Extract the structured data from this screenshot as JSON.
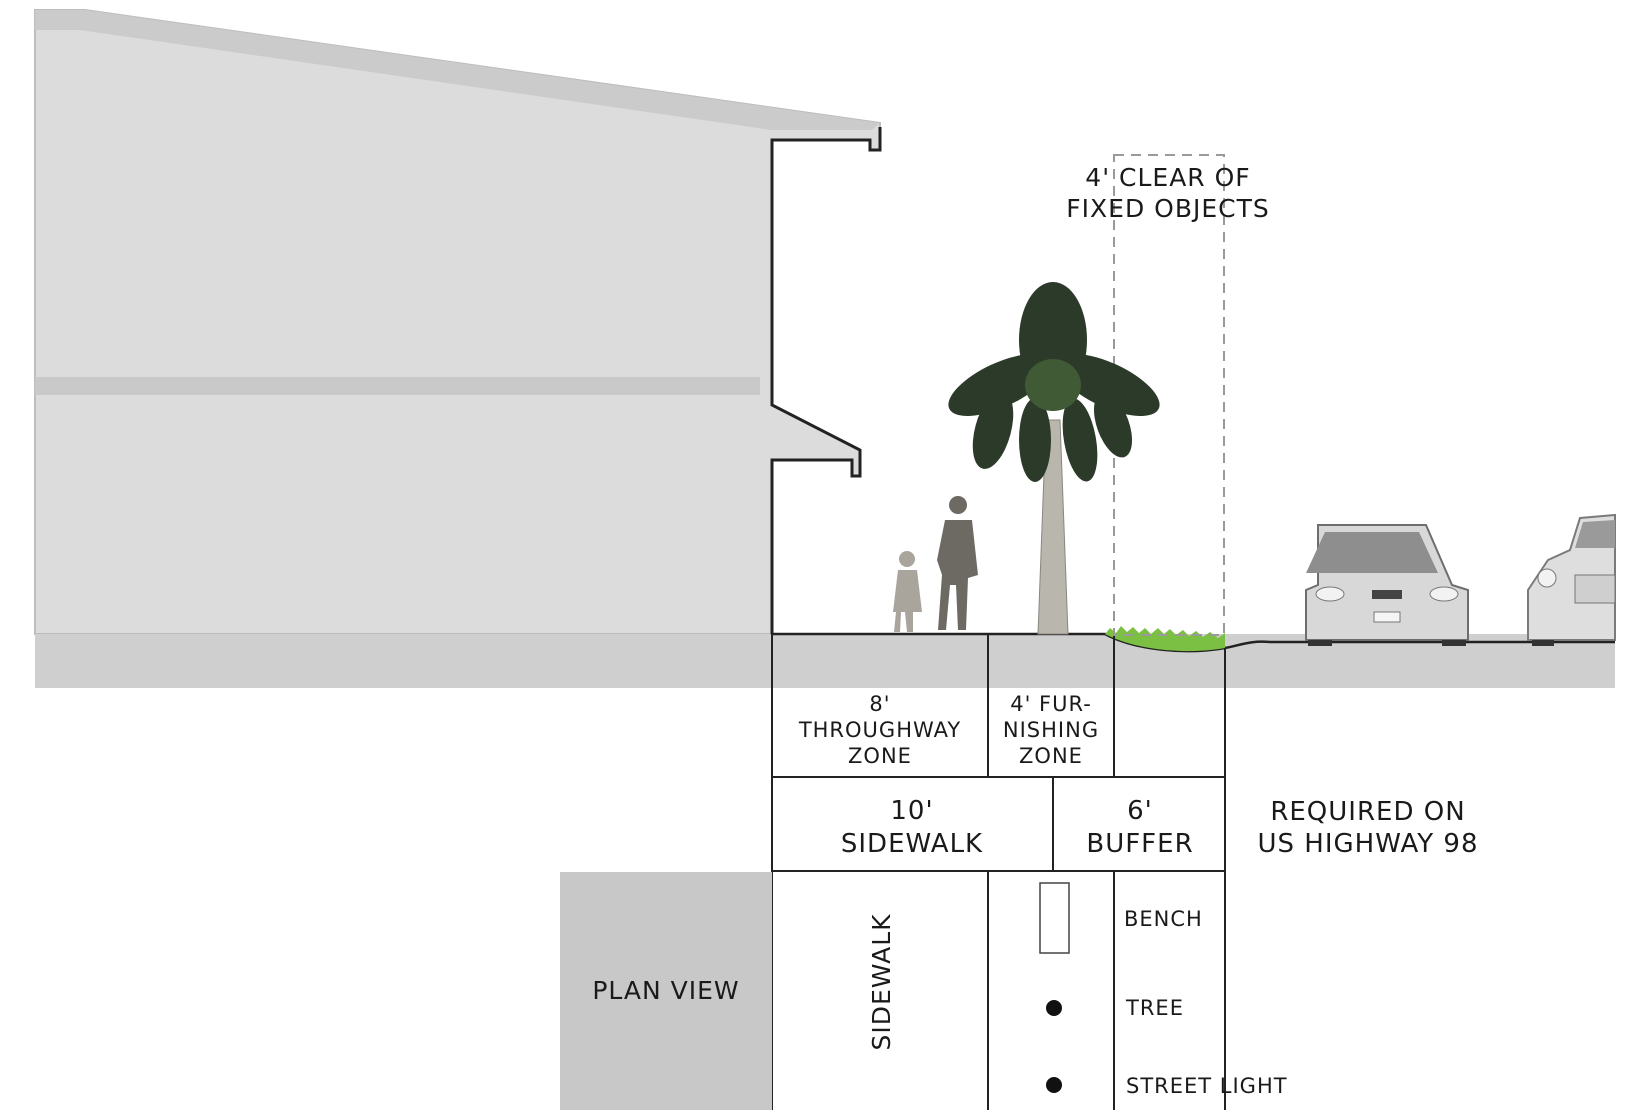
{
  "annotation": {
    "line1": "4' CLEAR OF",
    "line2": "FIXED OBJECTS"
  },
  "zones": {
    "throughway": {
      "line1": "8'",
      "line2": "THROUGHWAY",
      "line3": "ZONE"
    },
    "furnishing": {
      "line1": "4' FUR-",
      "line2": "NISHING",
      "line3": "ZONE"
    }
  },
  "widths": {
    "sidewalk": {
      "line1": "10'",
      "line2": "SIDEWALK"
    },
    "buffer": {
      "line1": "6'",
      "line2": "BUFFER"
    },
    "requirement": {
      "line1": "REQUIRED ON",
      "line2": "US HIGHWAY 98"
    }
  },
  "plan": {
    "title": "PLAN VIEW",
    "sidewalk_label": "SIDEWALK",
    "legend": {
      "bench": "BENCH",
      "tree": "TREE",
      "street_light": "STREET LIGHT"
    }
  },
  "colors": {
    "building_fill": "#dcdcdc",
    "building_shade": "#c9c9c9",
    "ground": "#cfcfcf",
    "plan_box": "#c8c8c8",
    "line": "#222222",
    "grass": "#7cc043",
    "palm_leaf": "#2c3a2a"
  }
}
